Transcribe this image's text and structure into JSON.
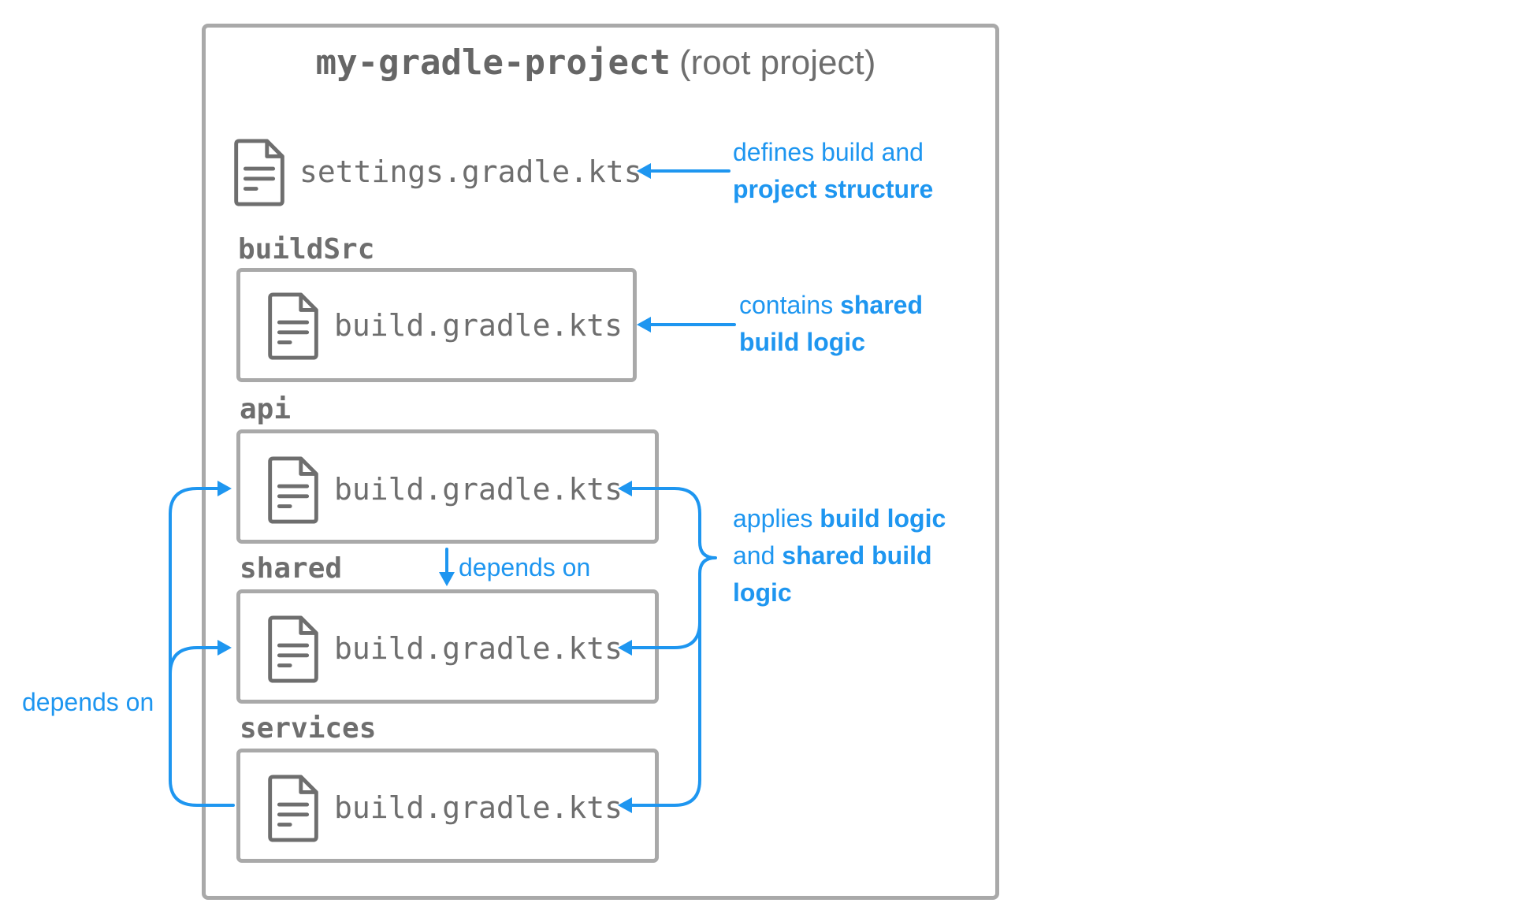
{
  "root": {
    "name": "my-gradle-project",
    "suffix": "(root project)"
  },
  "settings_file": {
    "filename": "settings.gradle.kts",
    "note_line1": "defines build and",
    "note_line2": "project structure"
  },
  "modules": [
    {
      "label": "buildSrc",
      "filename": "build.gradle.kts"
    },
    {
      "label": "api",
      "filename": "build.gradle.kts"
    },
    {
      "label": "shared",
      "filename": "build.gradle.kts"
    },
    {
      "label": "services",
      "filename": "build.gradle.kts"
    }
  ],
  "notes": {
    "buildsrc_line1_plain": "contains ",
    "buildsrc_line1_bold": "shared",
    "buildsrc_line2_bold": "build logic",
    "applies_line1_plain": "applies ",
    "applies_line1_bold": "build logic",
    "applies_line2_plain": "and ",
    "applies_line2_bold": "shared build",
    "applies_line3_bold": "logic",
    "depends_on_inner": "depends on",
    "depends_on_outer": "depends on"
  },
  "colors": {
    "accent": "#1e96f0",
    "border": "#a9a9a9",
    "text": "#6e6e6e"
  },
  "icons": {
    "file": "document-icon"
  }
}
